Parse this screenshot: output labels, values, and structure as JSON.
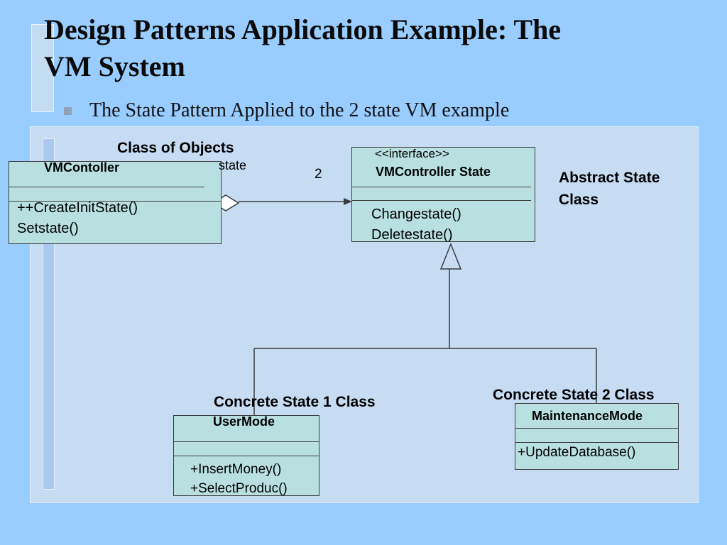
{
  "slide": {
    "title_line1": "Design Patterns Application Example: The",
    "title_line2": "VM System",
    "bullet": "The State Pattern Applied to the 2 state VM example"
  },
  "diagram": {
    "labels": {
      "class_of_objects": "Class of Objects",
      "state_role": "state",
      "multiplicity": "2",
      "abstract_state_line1": "Abstract State",
      "abstract_state_line2": "Class",
      "concrete_state_1": "Concrete State 1 Class",
      "concrete_state_2": "Concrete State 2 Class"
    },
    "classes": {
      "vmcontroller": {
        "name": "VMContoller",
        "methods": [
          "++CreateInitState()",
          "Setstate()"
        ]
      },
      "state_interface": {
        "stereotype": "<<interface>>",
        "name": "VMController State",
        "methods": [
          "Changestate()",
          "Deletestate()"
        ]
      },
      "user_mode": {
        "name": "UserMode",
        "methods": [
          "+InsertMoney()",
          "+SelectProduc()"
        ]
      },
      "maintenance_mode": {
        "name": "MaintenanceMode",
        "methods": [
          "+UpdateDatabase()"
        ]
      }
    }
  },
  "colors": {
    "background": "#99ccff",
    "panel": "#c6dcf2",
    "class_fill": "#b9e0e0",
    "line": "#3b3b3b"
  }
}
